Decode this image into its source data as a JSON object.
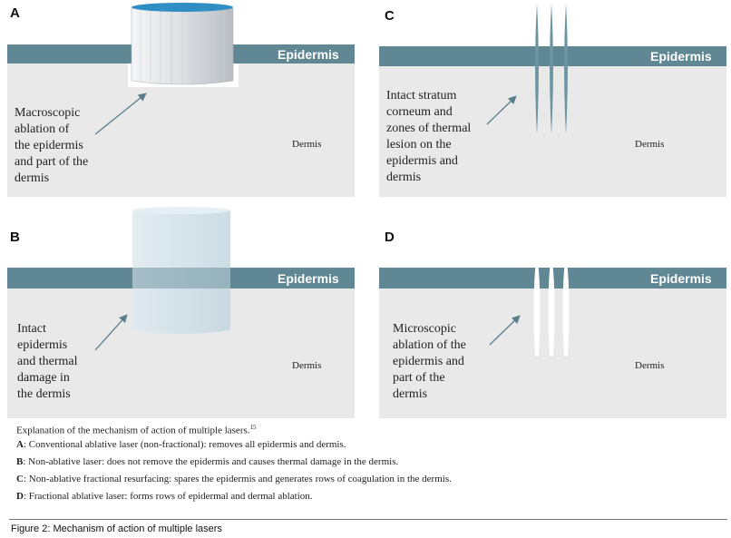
{
  "panels": {
    "a": {
      "letter": "A",
      "epidermis": "Epidermis",
      "dermis": "Dermis",
      "description": "Macroscopic\nablation of\nthe epidermis\nand part of the\ndermis"
    },
    "b": {
      "letter": "B",
      "epidermis": "Epidermis",
      "dermis": "Dermis",
      "description": "Intact\nepidermis\nand thermal\ndamage in\nthe dermis"
    },
    "c": {
      "letter": "C",
      "epidermis": "Epidermis",
      "dermis": "Dermis",
      "description": "Intact stratum\ncorneum and\nzones of thermal\nlesion on the\nepidermis and\ndermis"
    },
    "d": {
      "letter": "D",
      "epidermis": "Epidermis",
      "dermis": "Dermis",
      "description": "Microscopic\nablation of the\nepidermis and\npart of the\ndermis"
    }
  },
  "caption": {
    "intro": "Explanation of the mechanism of action of multiple lasers.",
    "reference": "15",
    "items": [
      {
        "key": "A",
        "text": ": Conventional ablative laser (non-fractional): removes all epidermis and dermis."
      },
      {
        "key": "B",
        "text": ": Non-ablative laser: does not remove the epidermis and causes thermal damage in the dermis."
      },
      {
        "key": "C",
        "text": ": Non-ablative fractional resurfacing: spares the epidermis and generates rows of coagulation in the dermis."
      },
      {
        "key": "D",
        "text": ": Fractional ablative laser: forms rows of epidermal and dermal ablation."
      }
    ]
  },
  "figure_title": "Figure 2: Mechanism of action of multiple lasers",
  "colors": {
    "dermis": "#e9e9ea",
    "epidermis": "#5f8794",
    "arrow": "#5a7f8b",
    "cylinder_top": "#2f8fc4"
  }
}
